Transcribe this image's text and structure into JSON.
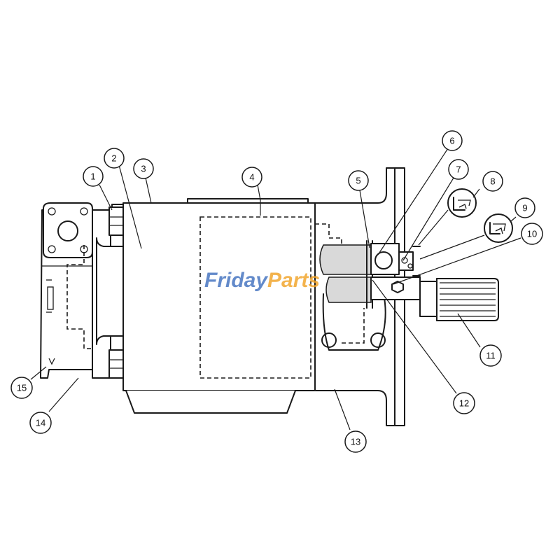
{
  "watermark": {
    "part1": "Friday",
    "part2": "Parts",
    "color1": "#2f63b8",
    "color2": "#f0a020"
  },
  "callouts": [
    {
      "id": "c1",
      "label": "1"
    },
    {
      "id": "c2",
      "label": "2"
    },
    {
      "id": "c3",
      "label": "3"
    },
    {
      "id": "c4",
      "label": "4"
    },
    {
      "id": "c5",
      "label": "5"
    },
    {
      "id": "c6",
      "label": "6"
    },
    {
      "id": "c7",
      "label": "7"
    },
    {
      "id": "c8",
      "label": "8"
    },
    {
      "id": "c9",
      "label": "9"
    },
    {
      "id": "c10",
      "label": "10"
    },
    {
      "id": "c11",
      "label": "11"
    },
    {
      "id": "c12",
      "label": "12"
    },
    {
      "id": "c13",
      "label": "13"
    },
    {
      "id": "c14",
      "label": "14"
    },
    {
      "id": "c15",
      "label": "15"
    }
  ]
}
